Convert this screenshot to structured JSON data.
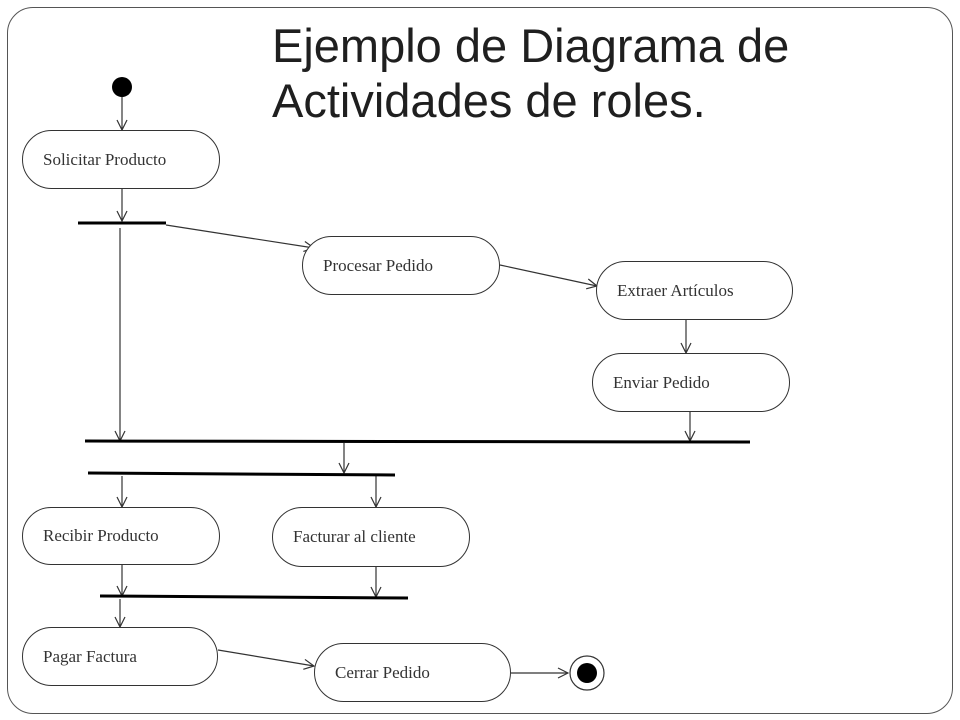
{
  "title": {
    "line1": "Ejemplo de Diagrama de",
    "line2": "Actividades de roles."
  },
  "activities": {
    "solicitar": "Solicitar Producto",
    "procesar": "Procesar Pedido",
    "extraer": "Extraer Artículos",
    "enviar": "Enviar Pedido",
    "recibir": "Recibir Producto",
    "facturar": "Facturar al cliente",
    "pagar": "Pagar Factura",
    "cerrar": "Cerrar Pedido"
  }
}
